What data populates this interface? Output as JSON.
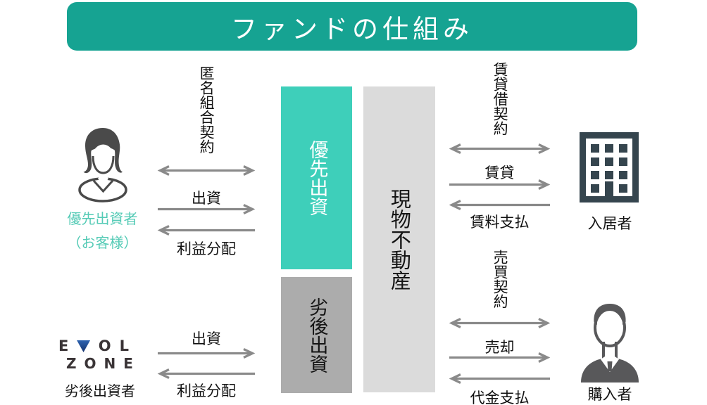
{
  "title": "ファンドの仕組み",
  "boxes": {
    "priority": "優先出資",
    "subordinated": "劣後出資",
    "property": "現物不動産"
  },
  "flows": {
    "left_top": {
      "contract": "匿名組合契約",
      "forward": "出資",
      "back": "利益分配"
    },
    "left_bottom": {
      "forward": "出資",
      "back": "利益分配"
    },
    "right_top": {
      "contract": "賃貸借契約",
      "forward": "賃貸",
      "back": "賃料支払"
    },
    "right_bottom": {
      "contract": "売買契約",
      "forward": "売却",
      "back": "代金支払"
    }
  },
  "entities": {
    "priority_investor": {
      "name_line1": "優先出資者",
      "name_line2": "（お客様）"
    },
    "subordinated_investor": {
      "logo_e": "E",
      "logo_ol": "OL",
      "logo_zone": "ZONE",
      "label": "劣後出資者"
    },
    "resident": {
      "label": "入居者"
    },
    "buyer": {
      "label": "購入者"
    }
  },
  "colors": {
    "banner_teal": "#16A392",
    "box_teal": "#3ECFBA",
    "label_teal": "#55CBB6",
    "box_gray": "#ACACAC",
    "box_light_gray": "#DBDBDB",
    "arrow_gray": "#8A8A8A",
    "building_dark": "#35454E",
    "woman_icon_gray": "#4A4A4A",
    "man_icon_gray": "#58585A",
    "logo_dark": "#3A3436",
    "logo_blue": "#1E4F9E",
    "text_black": "#141414"
  }
}
